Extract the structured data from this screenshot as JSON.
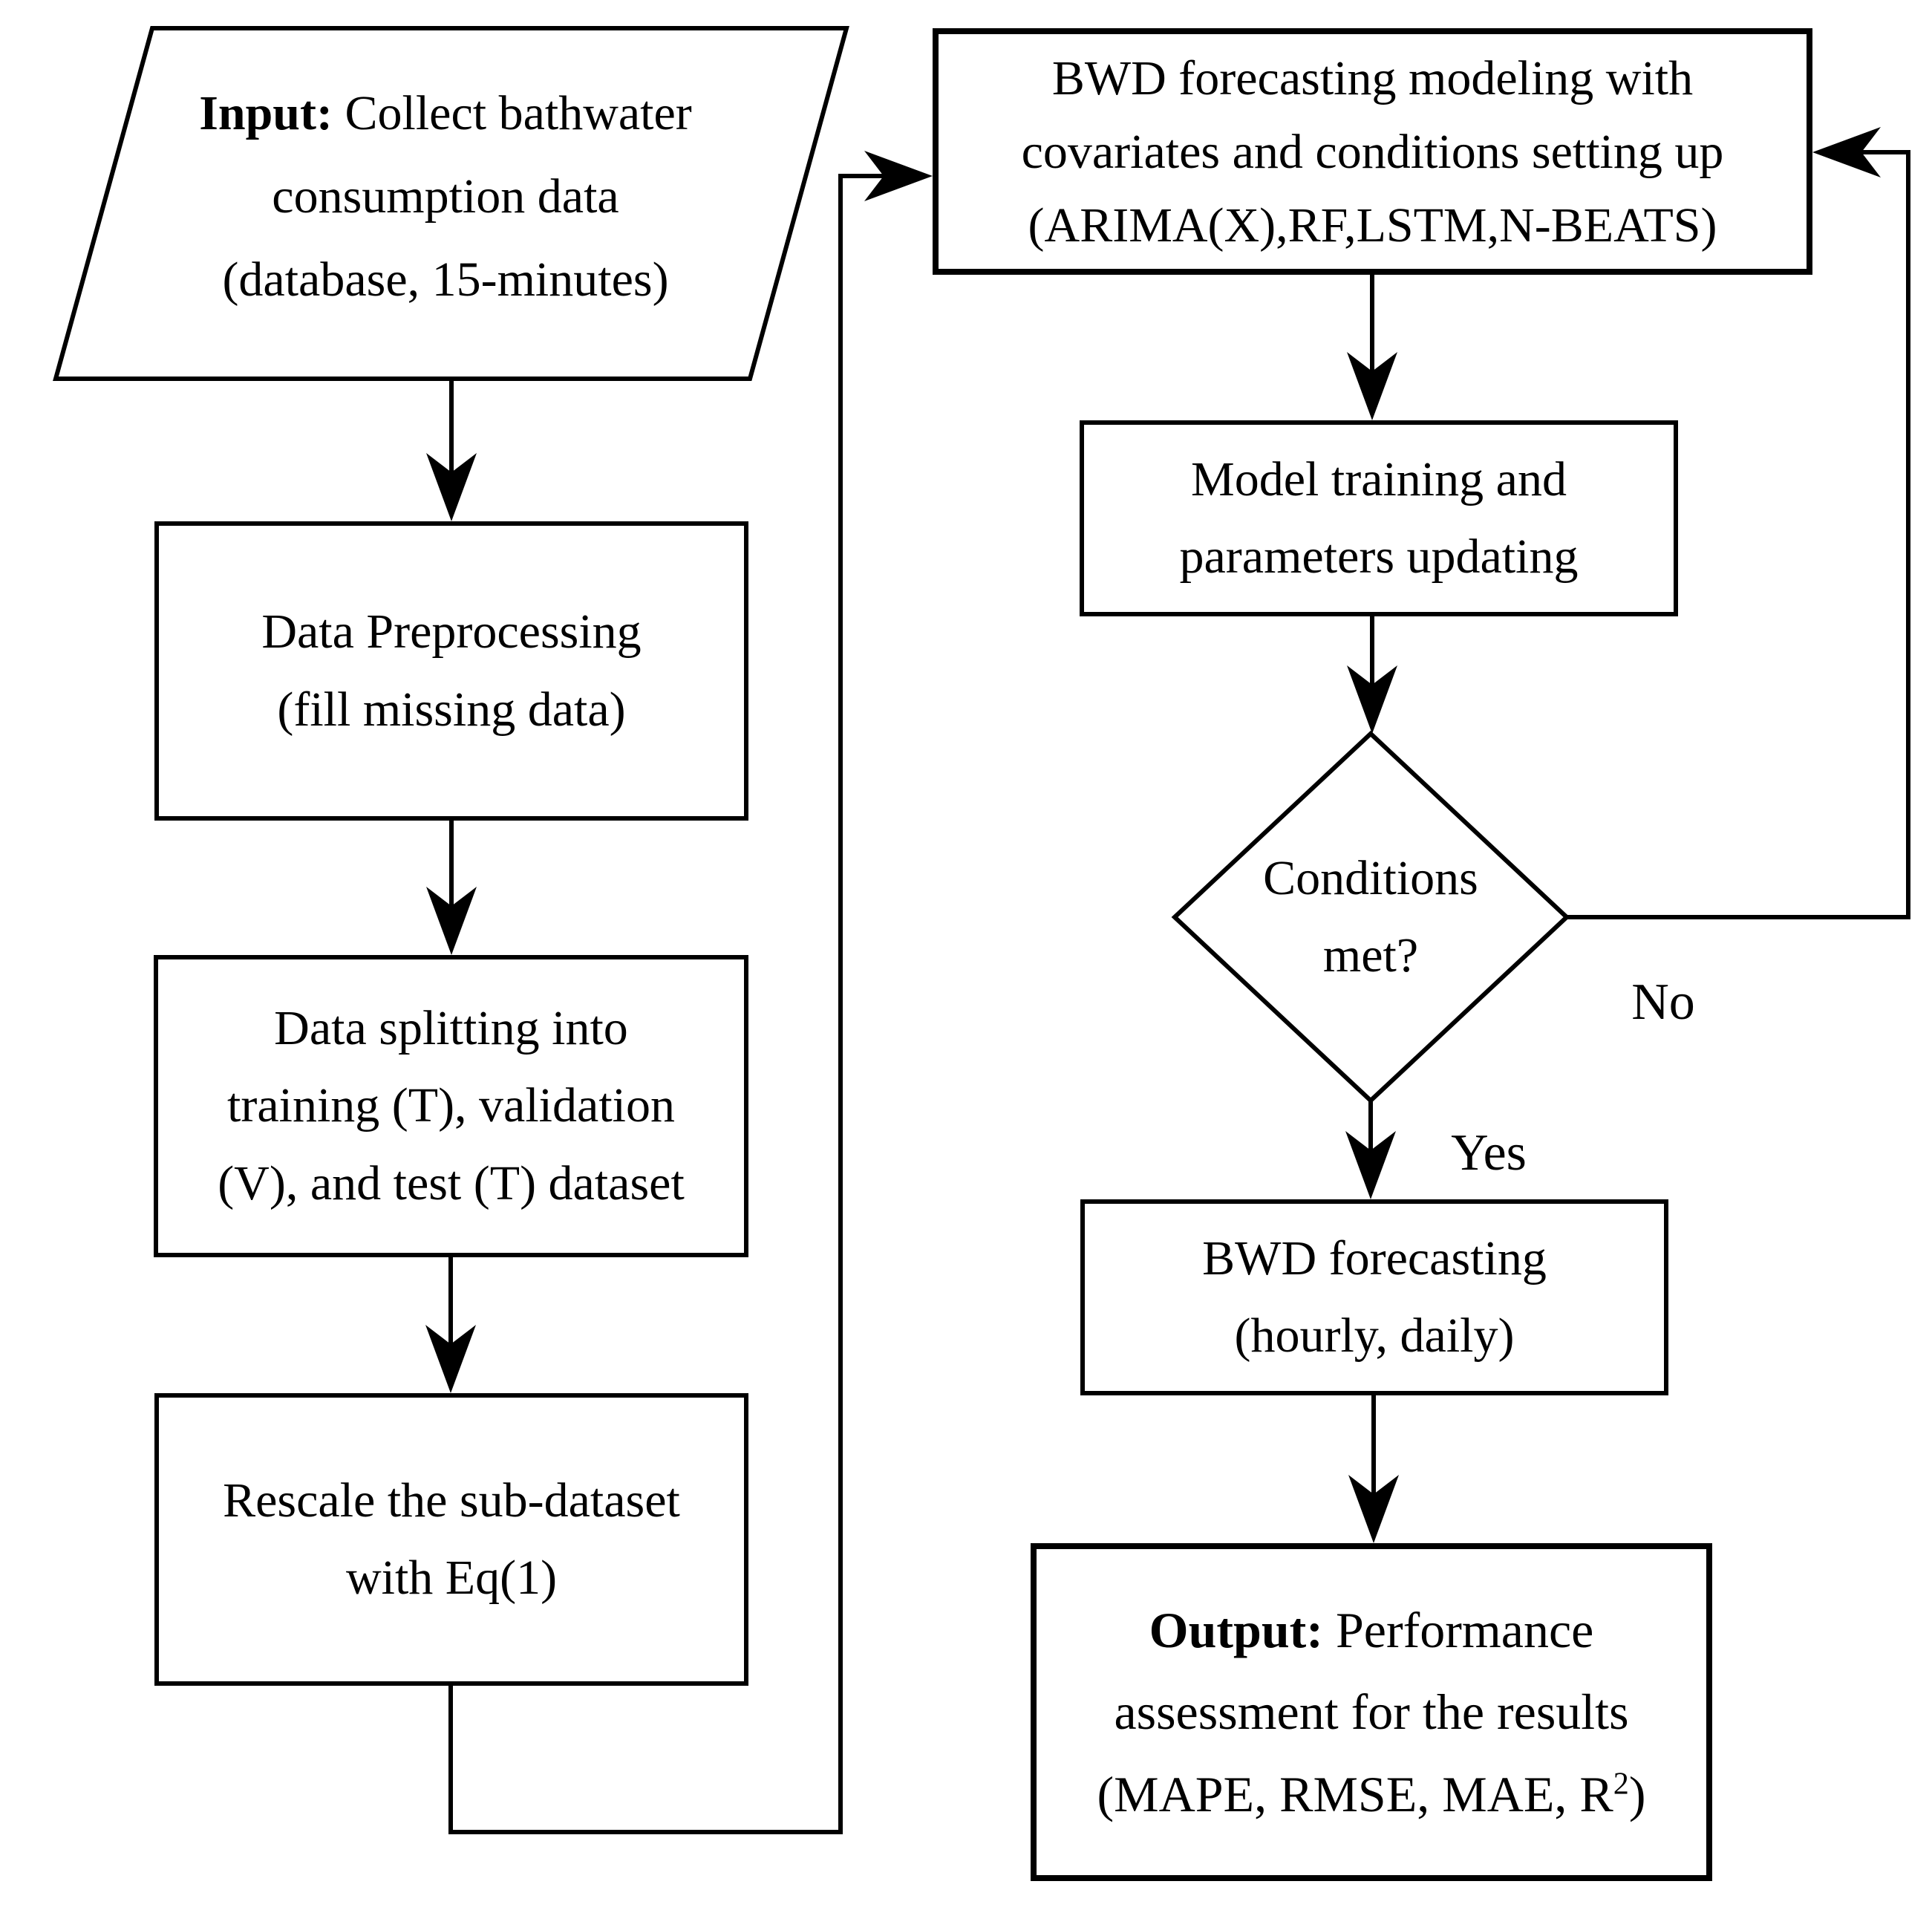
{
  "colors": {
    "line": "#000000",
    "background": "#ffffff"
  },
  "nodes": {
    "input": {
      "bold": "Input:",
      "line1_rest": " Collect bathwater",
      "line2": "consumption data",
      "line3": "(database, 15-minutes)"
    },
    "preprocessing": {
      "line1": "Data Preprocessing",
      "line2": "(fill missing data)"
    },
    "splitting": {
      "line1": "Data splitting into",
      "line2": "training (T), validation",
      "line3": "(V), and test (T) dataset"
    },
    "rescale": {
      "line1": "Rescale the sub-dataset",
      "line2": "with Eq(1)"
    },
    "modeling": {
      "line1": "BWD forecasting modeling with",
      "line2": "covariates and conditions setting up",
      "line3": "(ARIMA(X),RF,LSTM,N-BEATS)"
    },
    "training": {
      "line1": "Model training and",
      "line2": "parameters updating"
    },
    "decision": {
      "line1": "Conditions",
      "line2": "met?"
    },
    "forecasting": {
      "line1": "BWD forecasting",
      "line2": "(hourly, daily)"
    },
    "output": {
      "bold": "Output:",
      "line1_rest": " Performance",
      "line2": "assessment for the results",
      "line3_pre": "(MAPE, RMSE, MAE, R",
      "line3_sup": "2",
      "line3_post": ")"
    }
  },
  "edge_labels": {
    "yes": "Yes",
    "no": "No"
  }
}
